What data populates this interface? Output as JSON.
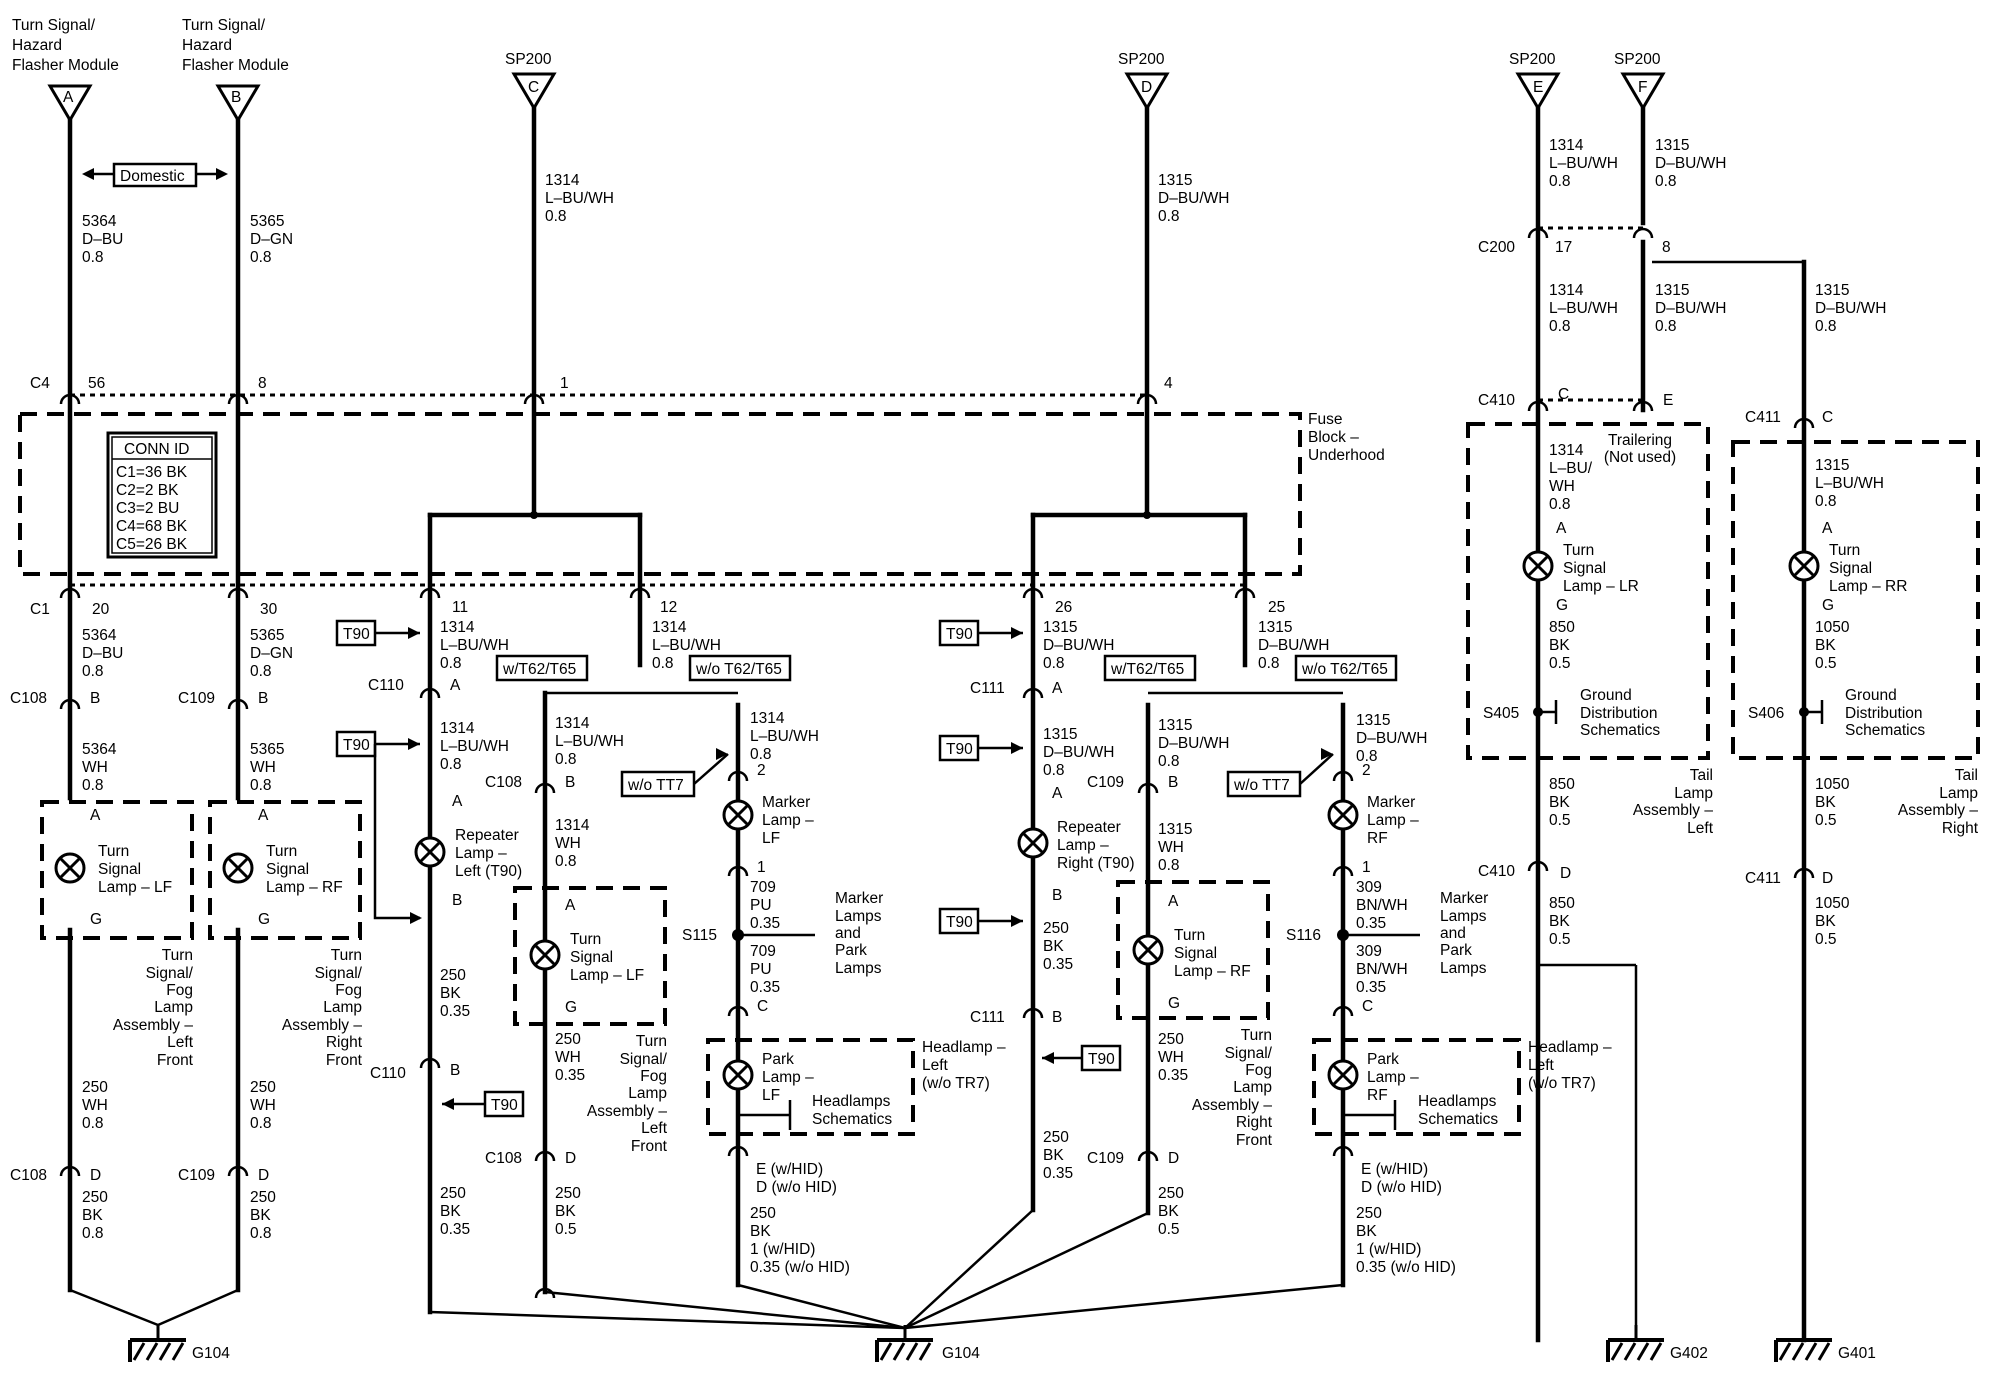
{
  "modules": [
    {
      "id": "mod-a",
      "lines": [
        "Turn Signal/",
        "Hazard",
        "Flasher Module"
      ],
      "pin": "A"
    },
    {
      "id": "mod-b",
      "lines": [
        "Turn Signal/",
        "Hazard",
        "Flasher Module"
      ],
      "pin": "B"
    }
  ],
  "sp200": [
    {
      "id": "sp200-c",
      "name": "SP200",
      "pin": "C"
    },
    {
      "id": "sp200-d",
      "name": "SP200",
      "pin": "D"
    },
    {
      "id": "sp200-e",
      "name": "SP200",
      "pin": "E"
    },
    {
      "id": "sp200-f",
      "name": "SP200",
      "pin": "F"
    }
  ],
  "domestic": "Domestic",
  "fuse_block": [
    "Fuse",
    "Block –",
    "Underhood"
  ],
  "conn_id": {
    "title": "CONN ID",
    "rows": [
      "C1=36 BK",
      "C2=2 BK",
      "C3=2 BU",
      "C4=68 BK",
      "C5=26 BK"
    ]
  },
  "connectors": [
    {
      "id": "c4",
      "name": "C4",
      "pin": "56"
    },
    {
      "id": "c4b",
      "name": "",
      "pin": "8"
    },
    {
      "id": "c4c",
      "name": "",
      "pin": "1"
    },
    {
      "id": "c4d",
      "name": "",
      "pin": "4"
    },
    {
      "id": "c1a",
      "name": "C1",
      "pin": "20"
    },
    {
      "id": "c1b",
      "name": "",
      "pin": "30"
    },
    {
      "id": "c1c",
      "name": "",
      "pin": "11"
    },
    {
      "id": "c1d",
      "name": "",
      "pin": "12"
    },
    {
      "id": "c1e",
      "name": "",
      "pin": "26"
    },
    {
      "id": "c1f",
      "name": "",
      "pin": "25"
    },
    {
      "id": "c108a",
      "name": "C108",
      "pin": "B"
    },
    {
      "id": "c109a",
      "name": "C109",
      "pin": "B"
    },
    {
      "id": "c110a",
      "name": "C110",
      "pin": "A"
    },
    {
      "id": "c111a",
      "name": "C111",
      "pin": "A"
    },
    {
      "id": "c108b",
      "name": "C108",
      "pin": "B"
    },
    {
      "id": "c109b",
      "name": "C109",
      "pin": "B"
    },
    {
      "id": "c108c",
      "name": "C108",
      "pin": "D"
    },
    {
      "id": "c109c",
      "name": "C109",
      "pin": "D"
    },
    {
      "id": "c110b",
      "name": "C110",
      "pin": "B"
    },
    {
      "id": "c111b",
      "name": "C111",
      "pin": "B"
    },
    {
      "id": "c108d",
      "name": "C108",
      "pin": "D"
    },
    {
      "id": "c109d",
      "name": "C109",
      "pin": "D"
    },
    {
      "id": "c200a",
      "name": "C200",
      "pin": "17"
    },
    {
      "id": "c200b",
      "name": "",
      "pin": "8"
    },
    {
      "id": "c410a",
      "name": "C410",
      "pin": "C"
    },
    {
      "id": "c410b",
      "name": "",
      "pin": "E"
    },
    {
      "id": "c411a",
      "name": "C411",
      "pin": "C"
    },
    {
      "id": "c410c",
      "name": "C410",
      "pin": "D"
    },
    {
      "id": "c411b",
      "name": "C411",
      "pin": "D"
    },
    {
      "id": "mk-lf-2",
      "name": "",
      "pin": "2"
    },
    {
      "id": "mk-rf-2",
      "name": "",
      "pin": "2"
    },
    {
      "id": "mk-lf-1",
      "name": "",
      "pin": "1"
    },
    {
      "id": "mk-rf-1",
      "name": "",
      "pin": "1"
    },
    {
      "id": "pk-lf-c",
      "name": "",
      "pin": "C"
    },
    {
      "id": "pk-rf-c",
      "name": "",
      "pin": "C"
    }
  ],
  "wires": [
    {
      "id": "w5364a",
      "lines": [
        "5364",
        "D–BU",
        "0.8"
      ]
    },
    {
      "id": "w5365a",
      "lines": [
        "5365",
        "D–GN",
        "0.8"
      ]
    },
    {
      "id": "w1314a",
      "lines": [
        "1314",
        "L–BU/WH",
        "0.8"
      ]
    },
    {
      "id": "w1315a",
      "lines": [
        "1315",
        "D–BU/WH",
        "0.8"
      ]
    },
    {
      "id": "w1314e",
      "lines": [
        "1314",
        "L–BU/WH",
        "0.8"
      ]
    },
    {
      "id": "w1315f",
      "lines": [
        "1315",
        "D–BU/WH",
        "0.8"
      ]
    },
    {
      "id": "w1314c200",
      "lines": [
        "1314",
        "L–BU/WH",
        "0.8"
      ]
    },
    {
      "id": "w1315c200",
      "lines": [
        "1315",
        "D–BU/WH",
        "0.8"
      ]
    },
    {
      "id": "w1315rr",
      "lines": [
        "1315",
        "D–BU/WH",
        "0.8"
      ]
    },
    {
      "id": "w5364b",
      "lines": [
        "5364",
        "D–BU",
        "0.8"
      ]
    },
    {
      "id": "w5365b",
      "lines": [
        "5365",
        "D–GN",
        "0.8"
      ]
    },
    {
      "id": "w1314b",
      "lines": [
        "1314",
        "L–BU/WH",
        "0.8"
      ]
    },
    {
      "id": "w1314c",
      "lines": [
        "1314",
        "L–BU/WH",
        "0.8"
      ]
    },
    {
      "id": "w1315b",
      "lines": [
        "1315",
        "D–BU/WH",
        "0.8"
      ]
    },
    {
      "id": "w1315c",
      "lines": [
        "1315",
        "D–BU/WH",
        "0.8"
      ]
    },
    {
      "id": "w5364wh",
      "lines": [
        "5364",
        "WH",
        "0.8"
      ]
    },
    {
      "id": "w5365wh",
      "lines": [
        "5365",
        "WH",
        "0.8"
      ]
    },
    {
      "id": "w1314rep",
      "lines": [
        "1314",
        "L–BU/WH",
        "0.8"
      ]
    },
    {
      "id": "w1314tl",
      "lines": [
        "1314",
        "L–BU/WH",
        "0.8"
      ]
    },
    {
      "id": "w1314mk",
      "lines": [
        "1314",
        "L–BU/WH",
        "0.8"
      ]
    },
    {
      "id": "w1315rep",
      "lines": [
        "1315",
        "D–BU/WH",
        "0.8"
      ]
    },
    {
      "id": "w1315tr",
      "lines": [
        "1315",
        "D–BU/WH",
        "0.8"
      ]
    },
    {
      "id": "w1315mk",
      "lines": [
        "1315",
        "D–BU/WH",
        "0.8"
      ]
    },
    {
      "id": "w1314whl",
      "lines": [
        "1314",
        "WH",
        "0.8"
      ]
    },
    {
      "id": "w1315whr",
      "lines": [
        "1315",
        "WH",
        "0.8"
      ]
    },
    {
      "id": "w1314lr",
      "lines": [
        "1314",
        "L–BU/",
        "WH",
        "0.8"
      ]
    },
    {
      "id": "w1315rr2",
      "lines": [
        "1315",
        "L–BU/WH",
        "0.8"
      ]
    },
    {
      "id": "w850a",
      "lines": [
        "850",
        "BK",
        "0.5"
      ]
    },
    {
      "id": "w1050a",
      "lines": [
        "1050",
        "BK",
        "0.5"
      ]
    },
    {
      "id": "w850b",
      "lines": [
        "850",
        "BK",
        "0.5"
      ]
    },
    {
      "id": "w1050b",
      "lines": [
        "1050",
        "BK",
        "0.5"
      ]
    },
    {
      "id": "w850c",
      "lines": [
        "850",
        "BK",
        "0.5"
      ]
    },
    {
      "id": "w1050c",
      "lines": [
        "1050",
        "BK",
        "0.5"
      ]
    },
    {
      "id": "w709a",
      "lines": [
        "709",
        "PU",
        "0.35"
      ]
    },
    {
      "id": "w709b",
      "lines": [
        "709",
        "PU",
        "0.35"
      ]
    },
    {
      "id": "w309a",
      "lines": [
        "309",
        "BN/WH",
        "0.35"
      ]
    },
    {
      "id": "w309b",
      "lines": [
        "309",
        "BN/WH",
        "0.35"
      ]
    },
    {
      "id": "w250rl",
      "lines": [
        "250",
        "BK",
        "0.35"
      ]
    },
    {
      "id": "w250rr",
      "lines": [
        "250",
        "BK",
        "0.35"
      ]
    },
    {
      "id": "w250tl",
      "lines": [
        "250",
        "WH",
        "0.35"
      ]
    },
    {
      "id": "w250tr",
      "lines": [
        "250",
        "WH",
        "0.35"
      ]
    },
    {
      "id": "w250lf",
      "lines": [
        "250",
        "WH",
        "0.8"
      ]
    },
    {
      "id": "w250rf",
      "lines": [
        "250",
        "WH",
        "0.8"
      ]
    },
    {
      "id": "w250lfbk",
      "lines": [
        "250",
        "BK",
        "0.8"
      ]
    },
    {
      "id": "w250rfbk",
      "lines": [
        "250",
        "BK",
        "0.8"
      ]
    },
    {
      "id": "w250rlbk",
      "lines": [
        "250",
        "BK",
        "0.35"
      ]
    },
    {
      "id": "w250tlbk",
      "lines": [
        "250",
        "BK",
        "0.5"
      ]
    },
    {
      "id": "w250rrbk",
      "lines": [
        "250",
        "BK",
        "0.35"
      ]
    },
    {
      "id": "w250trbk",
      "lines": [
        "250",
        "BK",
        "0.5"
      ]
    },
    {
      "id": "w250pkl",
      "lines": [
        "250",
        "BK",
        "1 (w/HID)",
        "0.35 (w/o HID)"
      ]
    },
    {
      "id": "w250pkr",
      "lines": [
        "250",
        "BK",
        "1 (w/HID)",
        "0.35 (w/o HID)"
      ]
    }
  ],
  "lamps": [
    {
      "id": "lamp-lf",
      "lines": [
        "Turn",
        "Signal",
        "Lamp – LF"
      ],
      "pins": [
        "A",
        "G"
      ]
    },
    {
      "id": "lamp-rf",
      "lines": [
        "Turn",
        "Signal",
        "Lamp – RF"
      ],
      "pins": [
        "A",
        "G"
      ]
    },
    {
      "id": "rep-l",
      "lines": [
        "Repeater",
        "Lamp –",
        "Left (T90)"
      ],
      "pins": [
        "A",
        "B"
      ]
    },
    {
      "id": "tl-lf",
      "lines": [
        "Turn",
        "Signal",
        "Lamp – LF"
      ],
      "pins": [
        "A",
        "G"
      ]
    },
    {
      "id": "mk-lf",
      "lines": [
        "Marker",
        "Lamp –",
        "LF"
      ],
      "pins": []
    },
    {
      "id": "pk-lf",
      "lines": [
        "Park",
        "Lamp –",
        "LF"
      ],
      "pins": []
    },
    {
      "id": "rep-r",
      "lines": [
        "Repeater",
        "Lamp –",
        "Right (T90)"
      ],
      "pins": [
        "A",
        "B"
      ]
    },
    {
      "id": "tl-rf",
      "lines": [
        "Turn",
        "Signal",
        "Lamp – RF"
      ],
      "pins": [
        "A",
        "G"
      ]
    },
    {
      "id": "mk-rf",
      "lines": [
        "Marker",
        "Lamp –",
        "RF"
      ],
      "pins": []
    },
    {
      "id": "pk-rf",
      "lines": [
        "Park",
        "Lamp –",
        "RF"
      ],
      "pins": []
    },
    {
      "id": "lamp-lr",
      "lines": [
        "Turn",
        "Signal",
        "Lamp – LR"
      ],
      "pins": [
        "A",
        "G"
      ]
    },
    {
      "id": "lamp-rr",
      "lines": [
        "Turn",
        "Signal",
        "Lamp – RR"
      ],
      "pins": [
        "A",
        "G"
      ]
    }
  ],
  "assemblies": [
    {
      "id": "asm-lf",
      "lines": [
        "Turn",
        "Signal/",
        "Fog",
        "Lamp",
        "Assembly –",
        "Left",
        "Front"
      ]
    },
    {
      "id": "asm-rf",
      "lines": [
        "Turn",
        "Signal/",
        "Fog",
        "Lamp",
        "Assembly –",
        "Right",
        "Front"
      ]
    },
    {
      "id": "asm-lf2",
      "lines": [
        "Turn",
        "Signal/",
        "Fog",
        "Lamp",
        "Assembly –",
        "Left",
        "Front"
      ]
    },
    {
      "id": "asm-rf2",
      "lines": [
        "Turn",
        "Signal/",
        "Fog",
        "Lamp",
        "Assembly –",
        "Right",
        "Front"
      ]
    },
    {
      "id": "hl-l",
      "lines": [
        "Headlamp –",
        "Left",
        "(w/o TR7)"
      ]
    },
    {
      "id": "hl-r",
      "lines": [
        "Headlamp –",
        "Left",
        "(w/o TR7)"
      ]
    },
    {
      "id": "tail-l",
      "lines": [
        "Tail",
        "Lamp",
        "Assembly –",
        "Left"
      ]
    },
    {
      "id": "tail-r",
      "lines": [
        "Tail",
        "Lamp",
        "Assembly –",
        "Right"
      ]
    },
    {
      "id": "trailering",
      "lines": [
        "Trailering",
        "(Not used)"
      ]
    }
  ],
  "splices": [
    {
      "id": "s115",
      "name": "S115",
      "lines": [
        "Marker",
        "Lamps",
        "and",
        "Park",
        "Lamps"
      ]
    },
    {
      "id": "s116",
      "name": "S116",
      "lines": [
        "Marker",
        "Lamps",
        "and",
        "Park",
        "Lamps"
      ]
    },
    {
      "id": "s405",
      "name": "S405",
      "lines": [
        "Ground",
        "Distribution",
        "Schematics"
      ]
    },
    {
      "id": "s406",
      "name": "S406",
      "lines": [
        "Ground",
        "Distribution",
        "Schematics"
      ]
    }
  ],
  "option_labels": {
    "t90": "T90",
    "w_t62": "w/T62/T65",
    "wo_t62": "w/o T62/T65",
    "wo_tt7": "w/o TT7",
    "hl_sch": [
      "Headlamps",
      "Schematics"
    ],
    "e_hid": "E (w/HID)",
    "d_hid": "D (w/o HID)"
  },
  "grounds": [
    {
      "id": "g104a",
      "name": "G104"
    },
    {
      "id": "g104b",
      "name": "G104"
    },
    {
      "id": "g402",
      "name": "G402"
    },
    {
      "id": "g401",
      "name": "G401"
    }
  ]
}
